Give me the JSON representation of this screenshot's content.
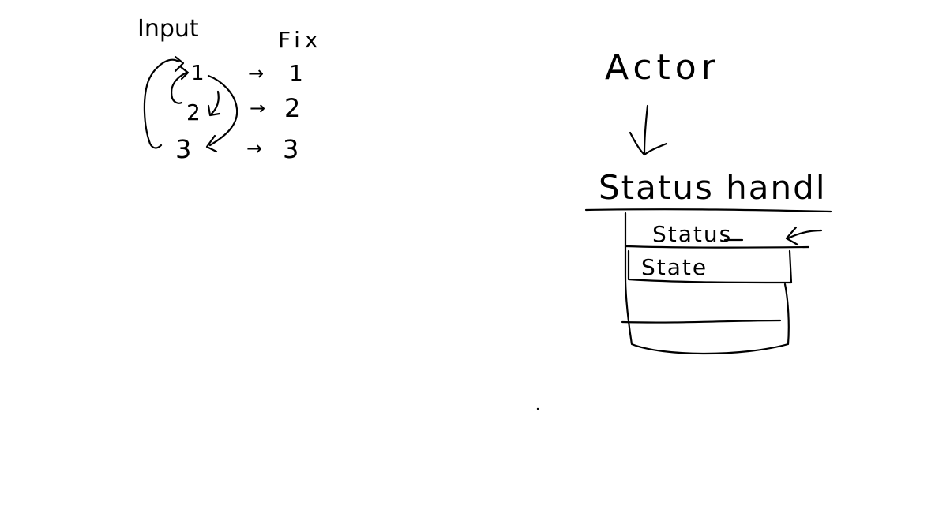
{
  "left_sketch": {
    "header_input": "Input",
    "header_fix": "Fix",
    "input_values": [
      "1",
      "2",
      "3"
    ],
    "arrows": [
      "→",
      "→",
      "→"
    ],
    "fix_values": [
      "1",
      "2",
      "3"
    ]
  },
  "right_sketch": {
    "actor_label": "Actor",
    "handler_label": "Status handl",
    "stack_rows": [
      "Status",
      "State"
    ]
  },
  "colors": {
    "ink": "#000000",
    "background": "#ffffff"
  }
}
